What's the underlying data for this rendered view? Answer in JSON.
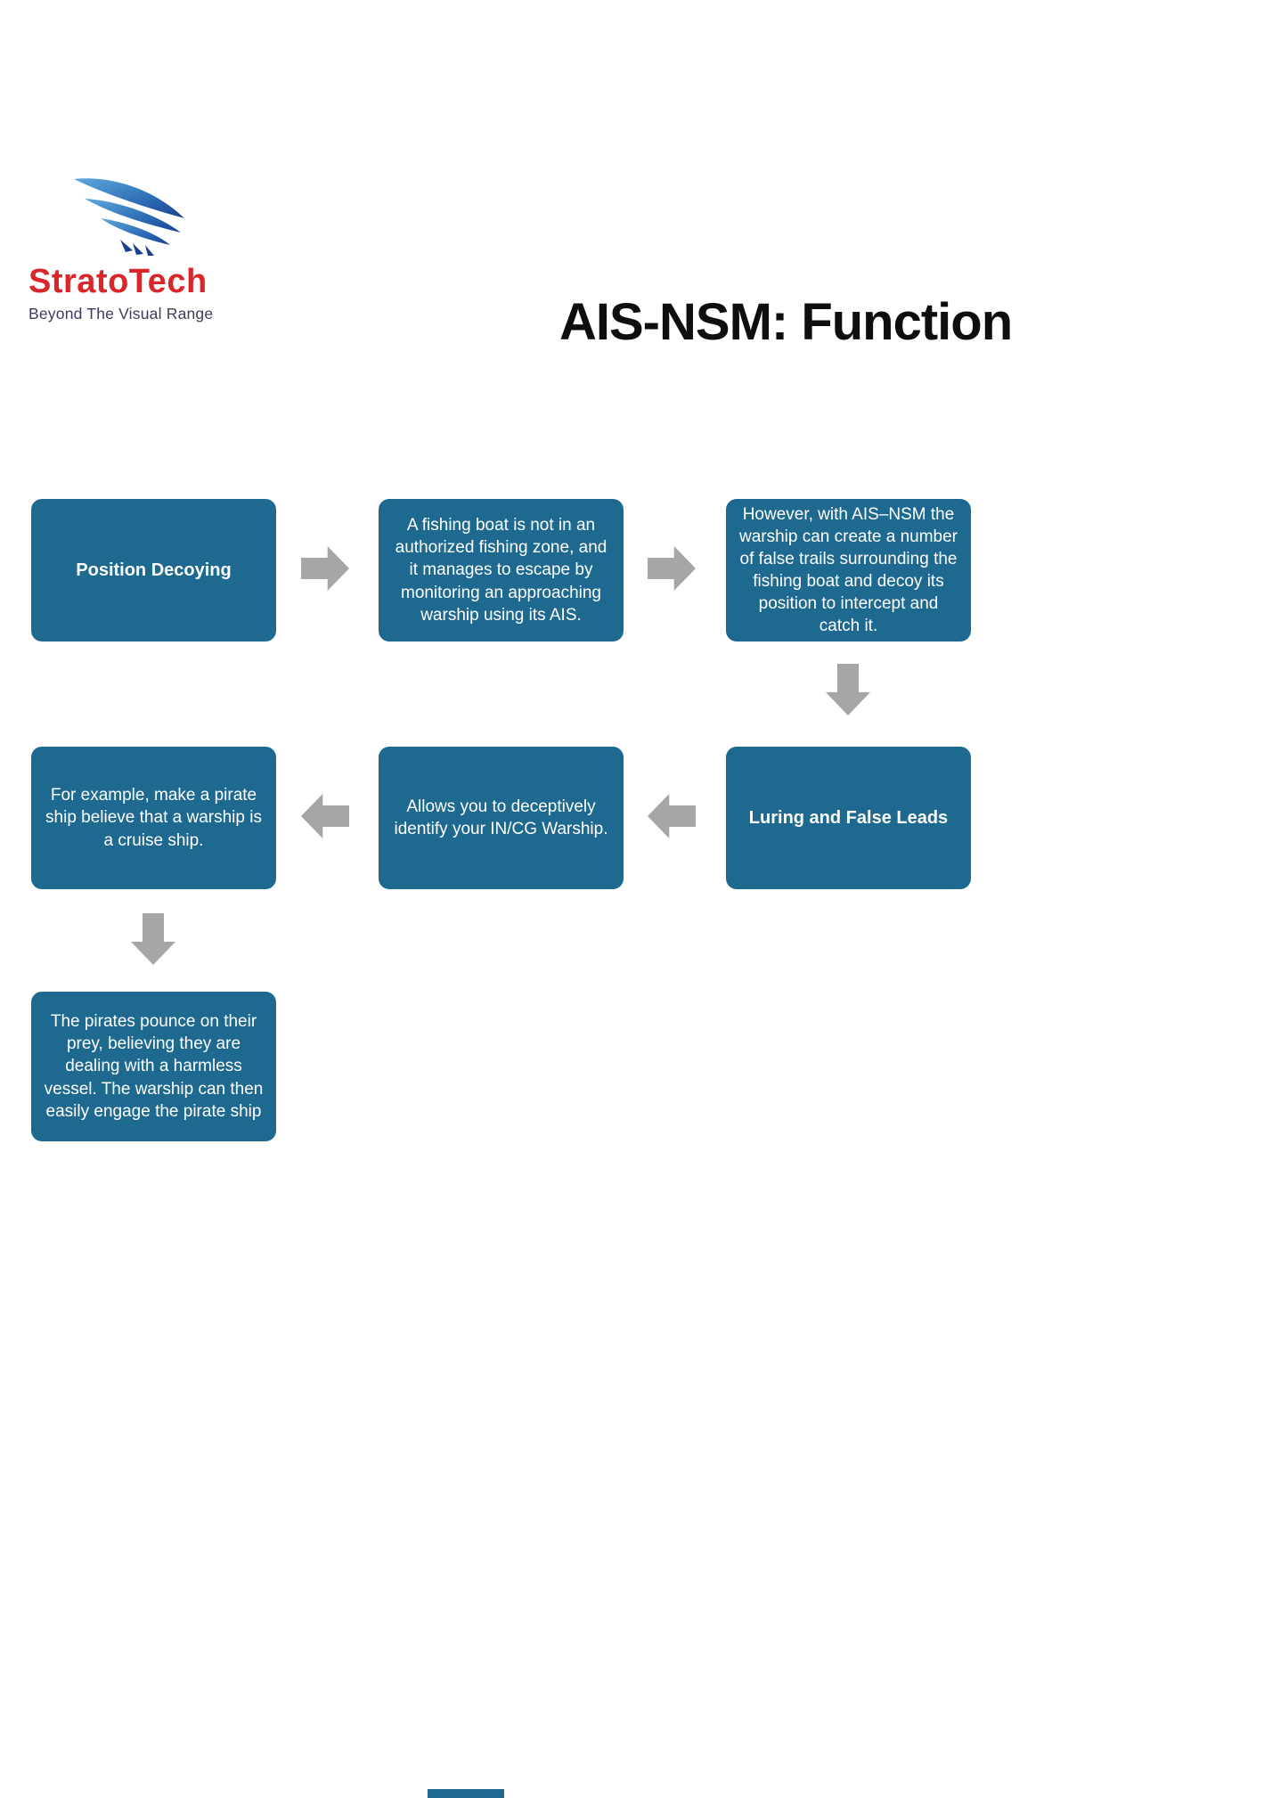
{
  "logo": {
    "brand": "StratoTech",
    "tagline": "Beyond The Visual Range",
    "brand_color": "#d8262b",
    "tagline_color": "#413a5c",
    "wing_icon": "wing-icon"
  },
  "title": "AIS-NSM: Function",
  "colors": {
    "box_fill": "#1e6990",
    "box_text": "#ffffff",
    "arrow_fill": "#a6a6a6"
  },
  "flow": {
    "position_decoying": "Position Decoying",
    "fishing_boat": "A fishing boat is not in an authorized fishing zone, and it manages to escape by monitoring an approaching warship using its AIS.",
    "however": "However, with AIS–NSM the warship can create a number of false trails surrounding the fishing boat and decoy its position to intercept and catch it.",
    "luring": "Luring and False Leads",
    "allows": "Allows you to deceptively identify your IN/CG Warship.",
    "for_example": "For example, make a pirate ship believe that a warship is a cruise ship.",
    "pirates": "The pirates pounce on their prey, believing they are dealing with a harmless vessel. The warship can then easily engage the pirate ship"
  },
  "icons": {
    "arrow_right": "arrow-right-icon",
    "arrow_left": "arrow-left-icon",
    "arrow_down": "arrow-down-icon"
  }
}
